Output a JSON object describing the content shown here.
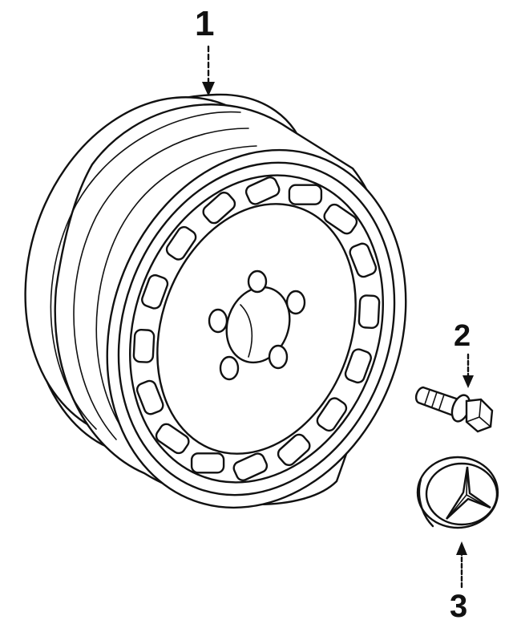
{
  "callouts": {
    "wheel": "1",
    "bolt": "2",
    "center_cap": "3"
  },
  "parts": [
    {
      "id": "1",
      "icon": "alloy-wheel-icon"
    },
    {
      "id": "2",
      "icon": "wheel-bolt-icon"
    },
    {
      "id": "3",
      "icon": "center-cap-star-icon"
    }
  ],
  "colors": {
    "ink": "#111111",
    "paper": "#ffffff"
  }
}
